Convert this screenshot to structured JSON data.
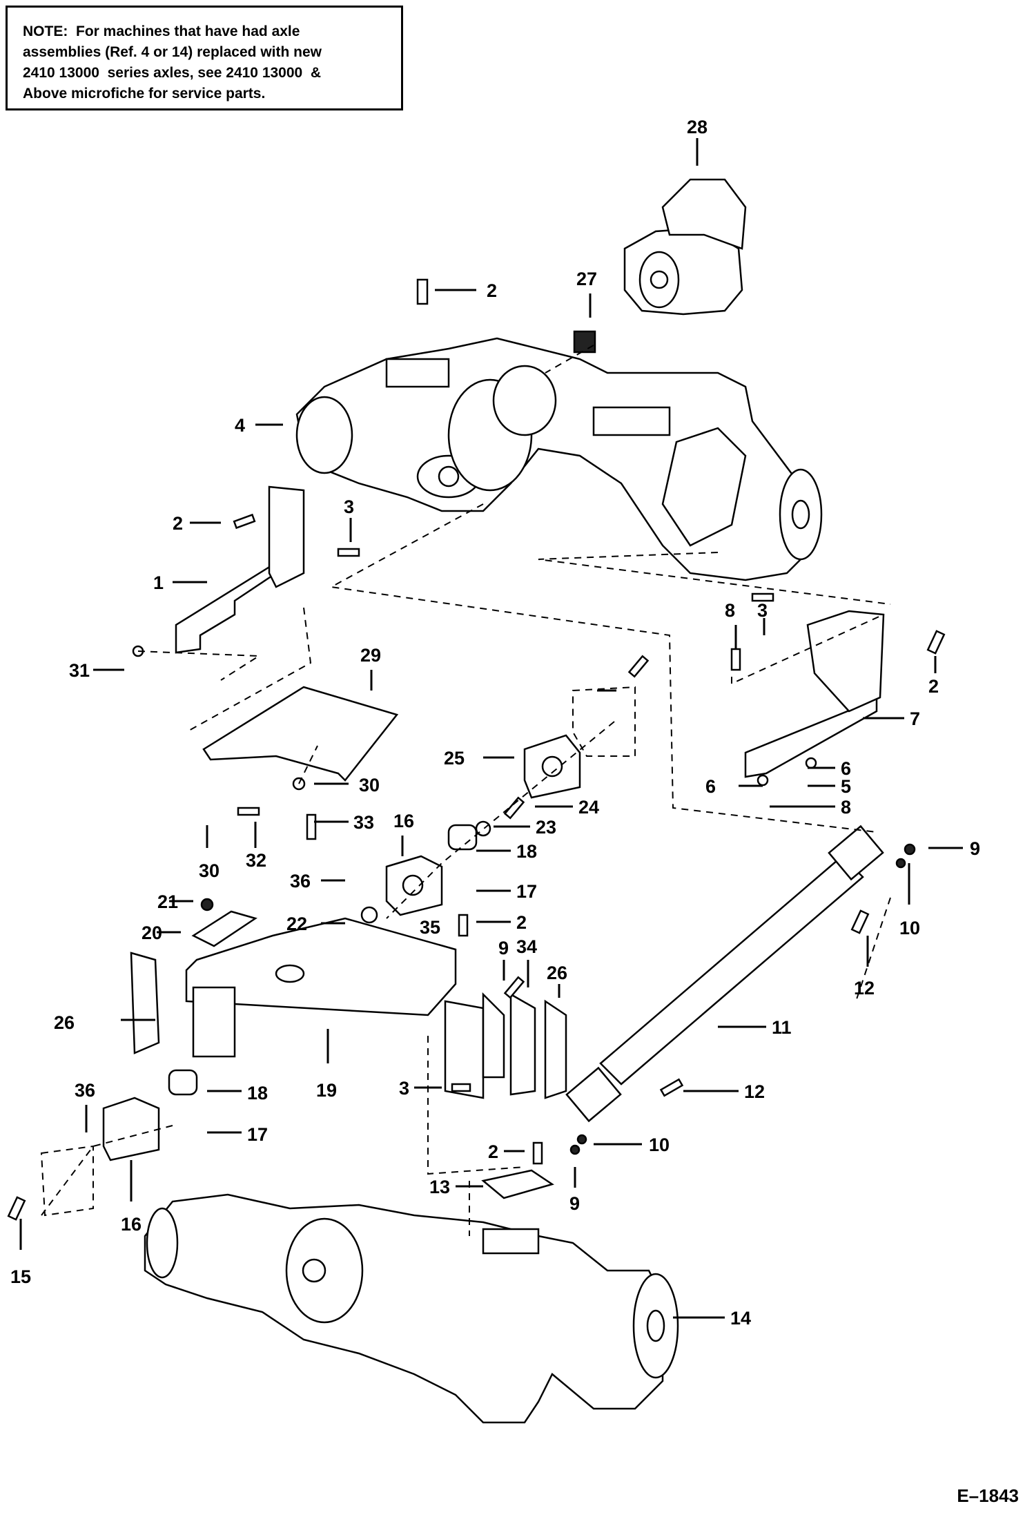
{
  "note": {
    "lines": [
      "NOTE:  For machines that have had axle",
      "assemblies (Ref. 4 or 14) replaced with new",
      "2410 13000  series axles, see 2410 13000  &",
      "Above microfiche for service parts."
    ]
  },
  "figure_code": "E–1843",
  "callouts": [
    "28",
    "27",
    "2",
    "4",
    "2",
    "3",
    "1",
    "31",
    "29",
    "30",
    "30",
    "33",
    "32",
    "16",
    "36",
    "21",
    "20",
    "22",
    "26",
    "19",
    "18",
    "36",
    "17",
    "16",
    "15",
    "8",
    "3",
    "2",
    "7",
    "6",
    "6",
    "5",
    "8",
    "25",
    "24",
    "23",
    "18",
    "17",
    "2",
    "35",
    "9",
    "34",
    "26",
    "3",
    "9",
    "10",
    "12",
    "11",
    "12",
    "10",
    "2",
    "13",
    "9",
    "14"
  ]
}
